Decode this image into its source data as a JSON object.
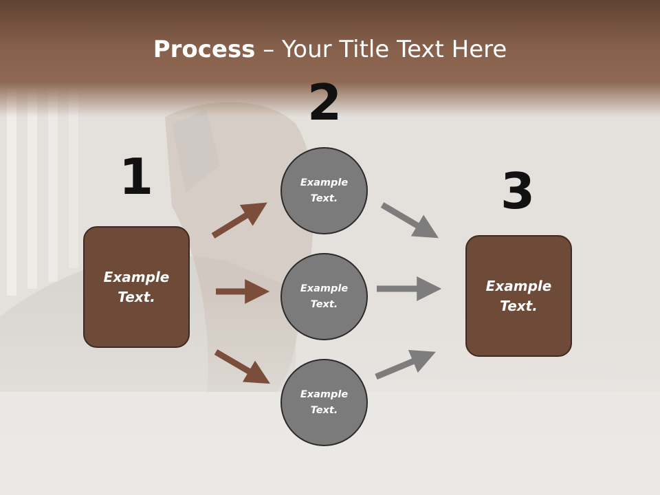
{
  "title": {
    "bold": "Process",
    "rest": " – Your Title Text Here"
  },
  "steps": [
    {
      "number": "1",
      "label": "Example\nText."
    },
    {
      "number": "2",
      "items": [
        "Example\nText.",
        "Example\nText.",
        "Example\nText."
      ]
    },
    {
      "number": "3",
      "label": "Example\nText."
    }
  ],
  "colors": {
    "brown": "#6e4a38",
    "gray": "#7b7b7b",
    "arrow_brown": "#7a4e3a",
    "arrow_gray": "#7d7d7d"
  }
}
